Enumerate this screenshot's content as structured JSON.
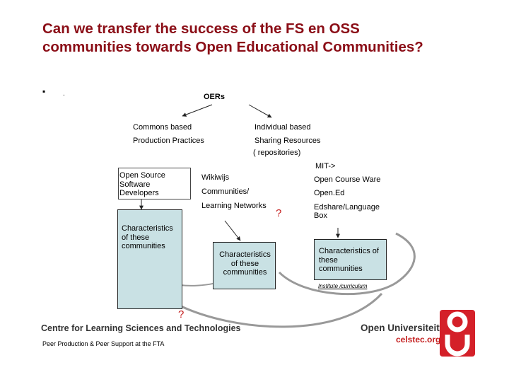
{
  "slide": {
    "title": "Can we transfer the success of the FS en OSS communities towards Open Educational Communities?",
    "bullet": "▪",
    "bullet_dot": "."
  },
  "diagram": {
    "root": "OERs",
    "left_branch": [
      "Commons based",
      "Production Practices"
    ],
    "right_branch": [
      "Individual based",
      "Sharing Resources",
      "( repositories)"
    ],
    "oss_box": [
      "Open  Source",
      "Software",
      "Developers"
    ],
    "middle_items": [
      "Wikiwijs",
      "Communities/",
      "Learning Networks"
    ],
    "right_items": [
      "MIT->",
      "Open Course Ware",
      "Open.Ed",
      "Edshare/Language",
      "Box"
    ],
    "char_left": [
      "Characteristics",
      "of these",
      "communities"
    ],
    "char_mid": [
      "Characteristics",
      "of these",
      "communities"
    ],
    "char_right": [
      "Characteristics of",
      "these",
      "communities"
    ],
    "institute": "Institute /curriculum",
    "question_mid": "?",
    "question_bottom": "?"
  },
  "footer": {
    "centre": "Centre for Learning Sciences and Technologies",
    "caption": "Peer Production & Peer Support at the FTA",
    "ou": "Open Universiteit",
    "celstec": "celstec.org"
  },
  "colors": {
    "title": "#8b0e17",
    "box_fill": "#c9e1e4",
    "accent": "#d42029"
  }
}
